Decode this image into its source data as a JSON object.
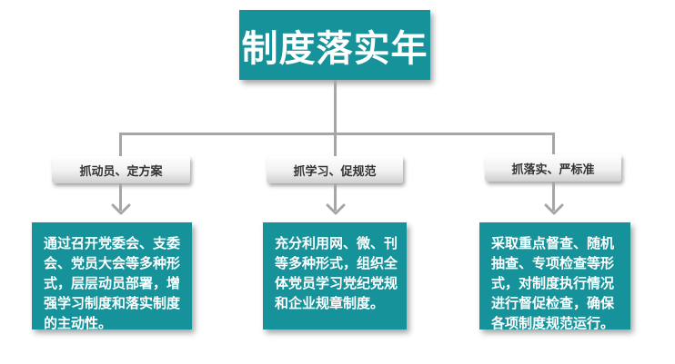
{
  "title": "制度落实年",
  "colors": {
    "teal": "#16929a",
    "connector": "#a6a6a6"
  },
  "branches": [
    {
      "label": "抓动员、定方案",
      "text": "通过召开党委会、支委会、党员大会等多种形式，层层动员部署，增强学习制度和落实制度的主动性。"
    },
    {
      "label": "抓学习、促规范",
      "text": "充分利用网、微、刊等多种形式，组织全体党员学习党纪党规和企业规章制度。"
    },
    {
      "label": "抓落实、严标准",
      "text": "采取重点督查、随机抽查、专项检查等形式，对制度执行情况进行督促检查，确保各项制度规范运行。"
    }
  ]
}
